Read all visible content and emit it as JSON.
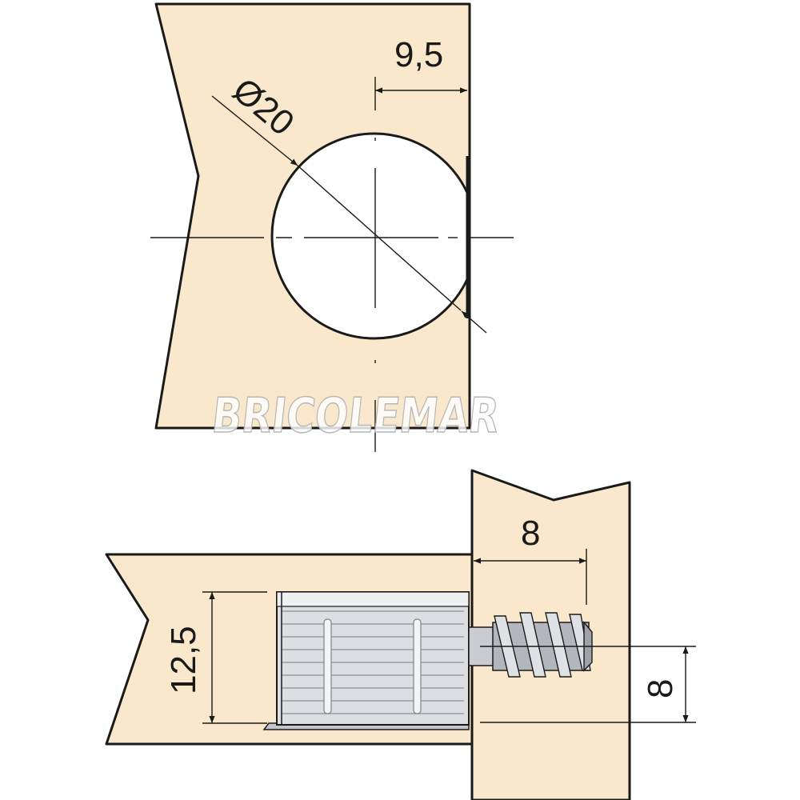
{
  "colors": {
    "wood": "#f9e8cb",
    "line": "#1a1a1a",
    "hole": "#ffffff",
    "metal_light": "#dcdee2",
    "metal_dark": "#9ea2a9"
  },
  "top_view": {
    "diameter_label": "Ø20",
    "offset_label": "9,5"
  },
  "side_view": {
    "screw_depth_label": "8",
    "body_height_label": "12,5",
    "screw_offset_label": "8"
  },
  "watermark": {
    "text": "BRICOLEMAR"
  }
}
